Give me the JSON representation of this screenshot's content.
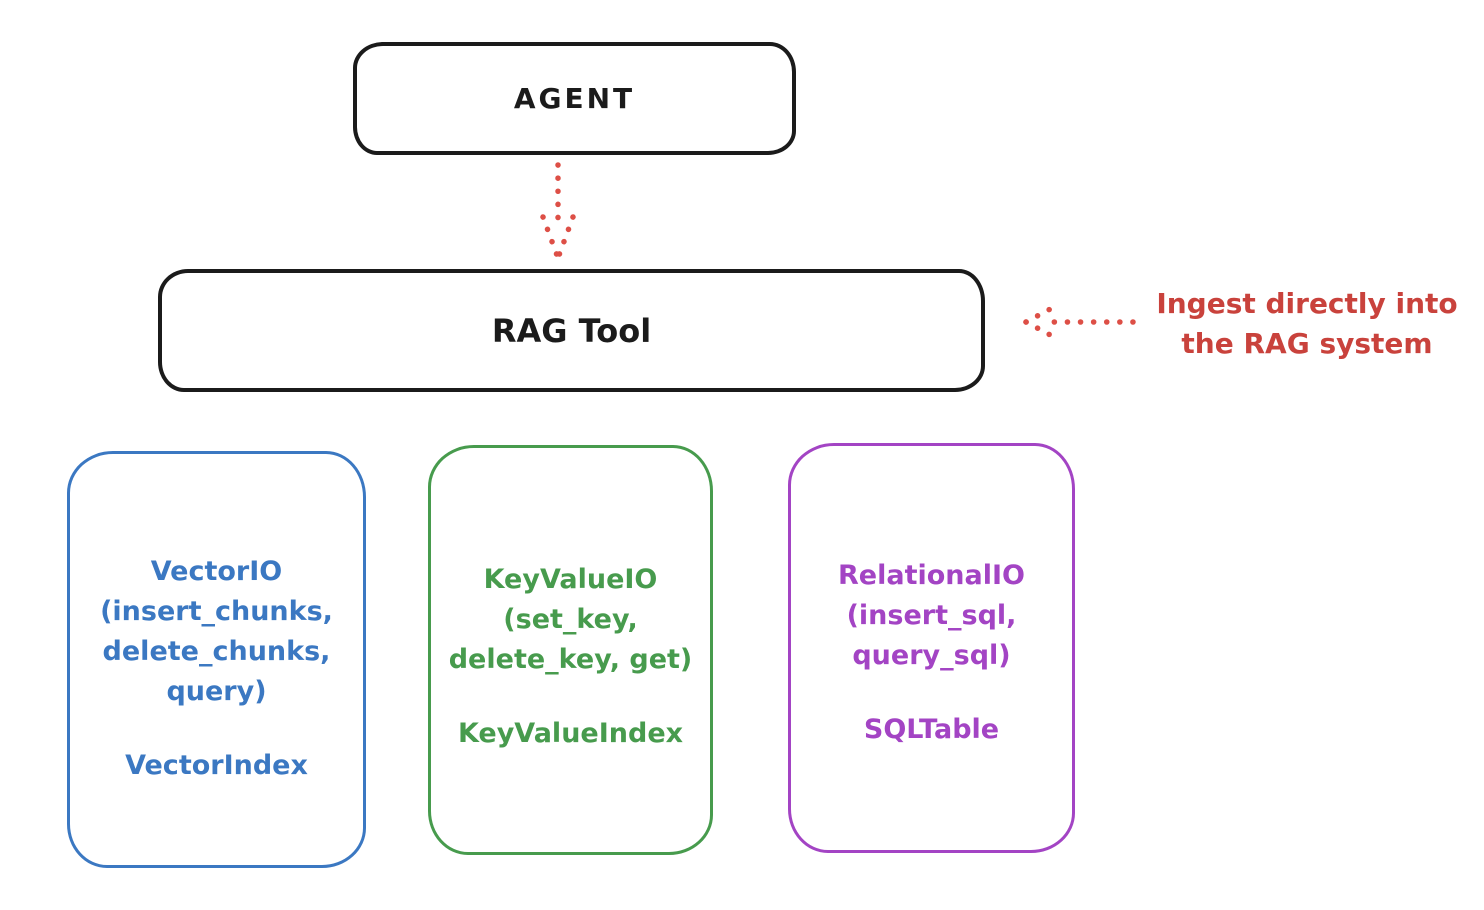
{
  "diagram": {
    "agent": {
      "label": "AGENT"
    },
    "rag_tool": {
      "label": "RAG Tool"
    },
    "annotation": {
      "text_line1": "Ingest directly into",
      "text_line2": "the RAG system"
    },
    "colors": {
      "ink": "#1b1b1b",
      "annotation_red": "#c9423c",
      "arrow_red": "#dd4f46",
      "vector_blue": "#3b78c2",
      "keyvalue_green": "#479b4d",
      "relational_purple": "#a344c4"
    },
    "io_boxes": [
      {
        "title": "VectorIO",
        "methods": [
          "(insert_chunks,",
          "delete_chunks,",
          "query)"
        ],
        "index_label": "VectorIndex",
        "color": "#3b78c2"
      },
      {
        "title": "KeyValueIO",
        "methods": [
          "(set_key,",
          "delete_key, get)"
        ],
        "index_label": "KeyValueIndex",
        "color": "#479b4d"
      },
      {
        "title": "RelationalIO",
        "methods": [
          "(insert_sql,",
          "query_sql)"
        ],
        "index_label": "SQLTable",
        "color": "#a344c4"
      }
    ]
  }
}
